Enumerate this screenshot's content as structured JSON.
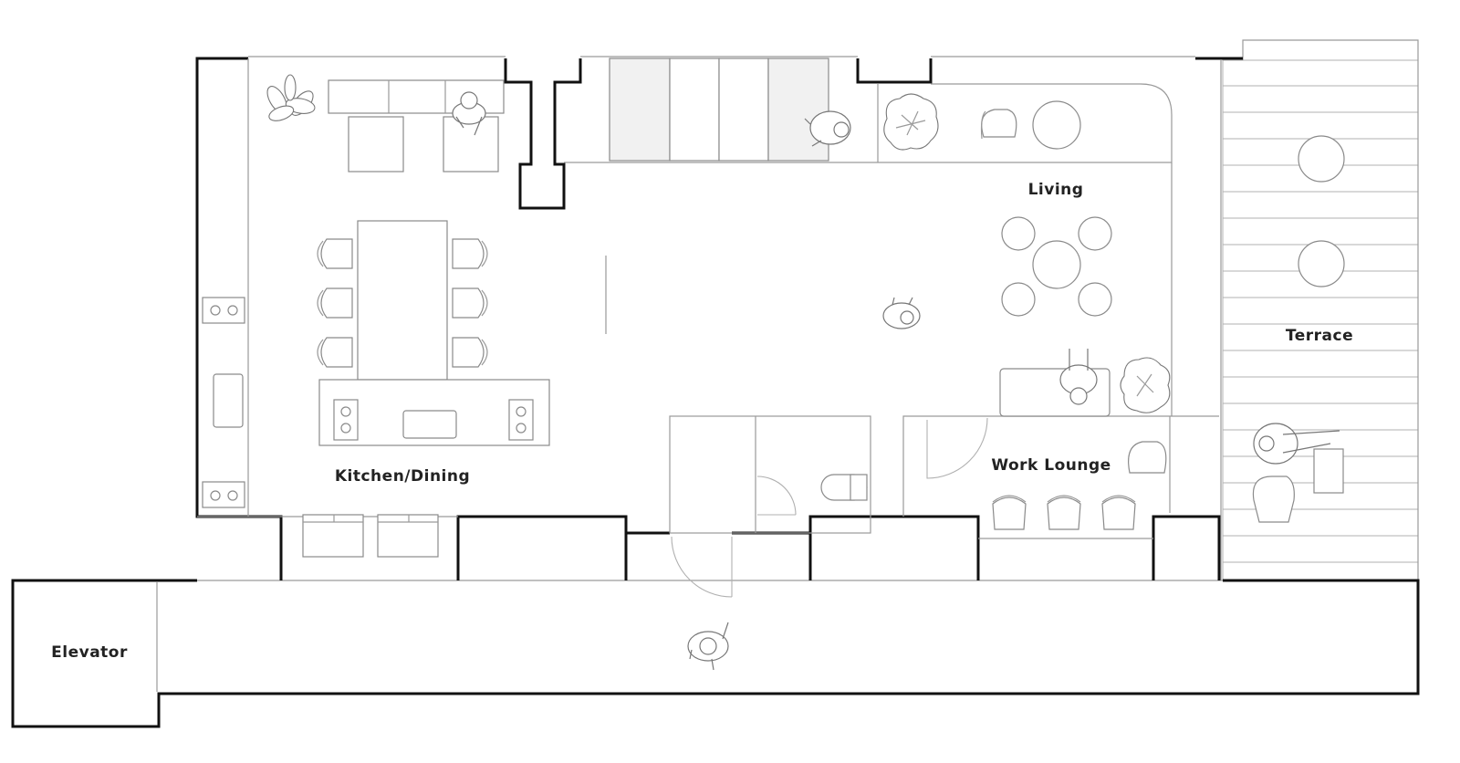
{
  "plan": {
    "rooms": [
      {
        "id": "kitchen",
        "label": "Kitchen/Dining"
      },
      {
        "id": "living",
        "label": "Living"
      },
      {
        "id": "terrace",
        "label": "Terrace"
      },
      {
        "id": "work",
        "label": "Work Lounge"
      },
      {
        "id": "elevator",
        "label": "Elevator"
      }
    ],
    "colors": {
      "wall": "#111111",
      "line": "#9a9a9a",
      "furniture_fill": "#ffffff",
      "shaded_panel": "#f1f1f1",
      "label": "#222222"
    }
  }
}
